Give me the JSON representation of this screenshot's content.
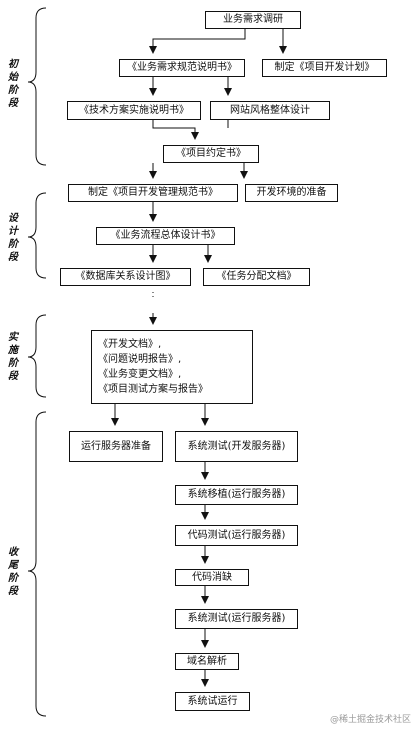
{
  "stages": [
    {
      "id": "stage-initial",
      "chars": [
        "初",
        "始",
        "阶",
        "段"
      ]
    },
    {
      "id": "stage-design",
      "chars": [
        "设",
        "计",
        "阶",
        "段"
      ]
    },
    {
      "id": "stage-implementation",
      "chars": [
        "实",
        "施",
        "阶",
        "段"
      ]
    },
    {
      "id": "stage-closing",
      "chars": [
        "收",
        "尾",
        "阶",
        "段"
      ]
    }
  ],
  "nodes": {
    "requirements_research": "业务需求调研",
    "requirements_spec": "《业务需求规范说明书》",
    "project_dev_plan": "制定《项目开发计划》",
    "tech_solution_spec": "《技术方案实施说明书》",
    "site_style_design": "网站风格整体设计",
    "project_agreement": "《项目约定书》",
    "dev_management_spec": "制定《项目开发管理规范书》",
    "dev_env_prep": "开发环境的准备",
    "business_flow_design": "《业务流程总体设计书》",
    "db_relation_design": "《数据库关系设计图》",
    "task_assignment": "《任务分配文档》",
    "impl_docs": [
      "《开发文档》,",
      "《问题说明报告》,",
      "《业务变更文档》,",
      "《项目测试方案与报告》"
    ],
    "server_prep": "运行服务器准备",
    "system_test_dev": "系统测试(开发服务器)",
    "system_migration": "系统移植(运行服务器)",
    "code_test_run": "代码测试(运行服务器)",
    "code_fix": "代码消缺",
    "system_test_run": "系统测试(运行服务器)",
    "domain_resolution": "域名解析",
    "system_trial_run": "系统试运行"
  },
  "watermark": "@稀土掘金技术社区"
}
